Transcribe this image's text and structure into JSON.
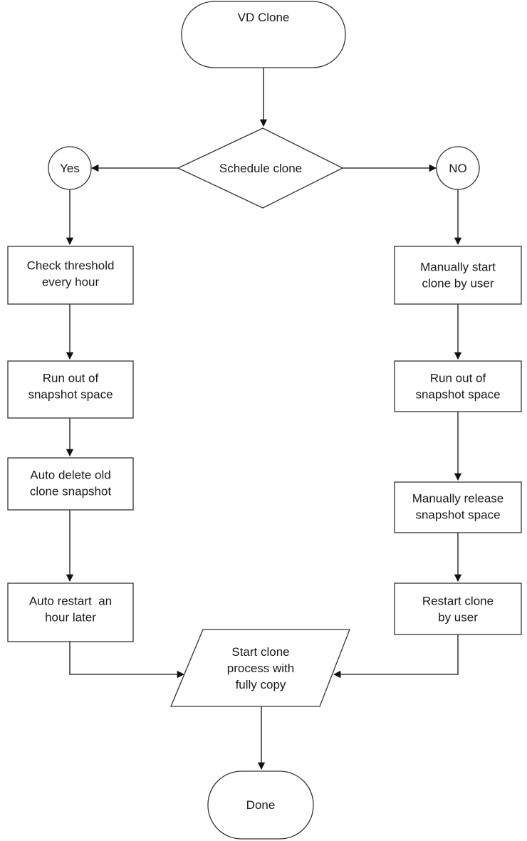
{
  "nodes": {
    "start": [
      "VD Clone"
    ],
    "decision": [
      "Schedule clone"
    ],
    "yes": [
      "Yes"
    ],
    "no": [
      "NO"
    ],
    "left_1": [
      "Check threshold",
      "every hour"
    ],
    "left_2": [
      "Run out of",
      "snapshot space"
    ],
    "left_3": [
      "Auto delete old",
      "clone snapshot"
    ],
    "left_4": [
      "Auto restart  an",
      "hour later"
    ],
    "right_1": [
      "Manually start",
      "clone by user"
    ],
    "right_2": [
      "Run out of",
      "snapshot space"
    ],
    "right_3": [
      "Manually release",
      "snapshot space"
    ],
    "right_4": [
      "Restart clone",
      "by user"
    ],
    "process": [
      "Start clone",
      "process with",
      "fully copy"
    ],
    "end": [
      "Done"
    ]
  }
}
